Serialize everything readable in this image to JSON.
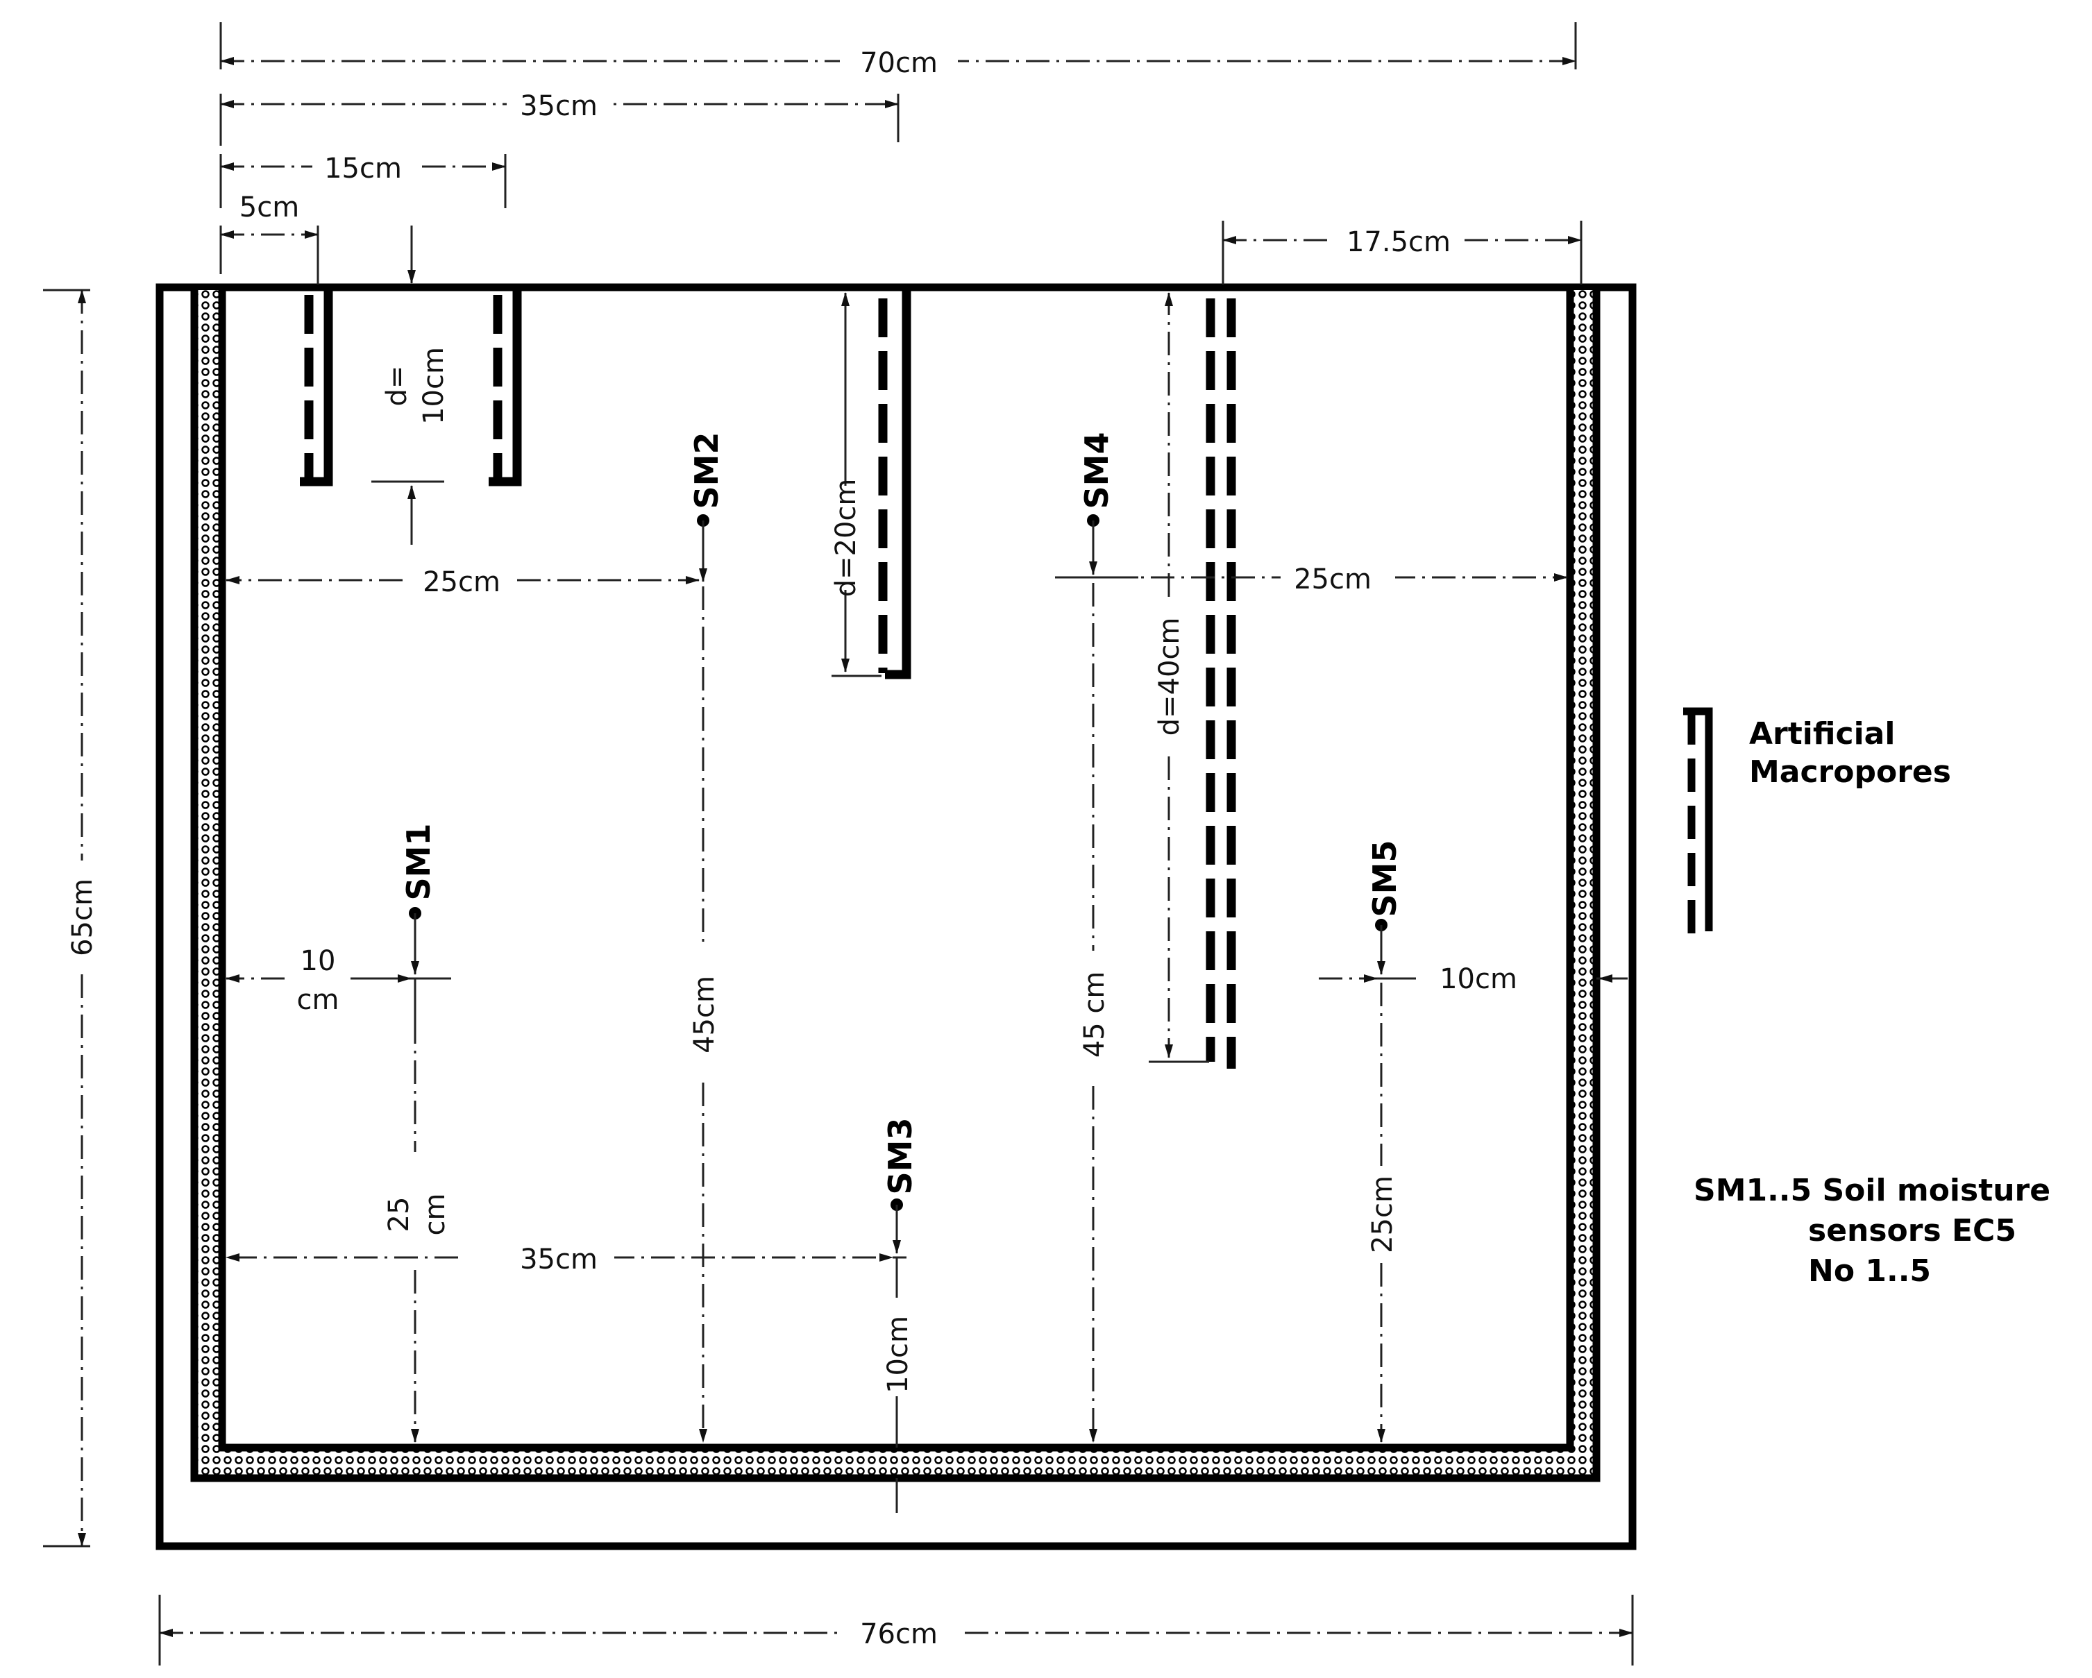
{
  "dimensions": {
    "width_70": "70cm",
    "width_35_top": "35cm",
    "width_15": "15cm",
    "width_5": "5cm",
    "width_17_5": "17.5cm",
    "height_65": "65cm",
    "width_76": "76cm",
    "d10_line1": "d=",
    "d10_line2": "10cm",
    "d20": "d=20cm",
    "d40": "d=40cm",
    "sm2_x": "25cm",
    "sm4_x": "25cm",
    "sm1_x_line1": "10",
    "sm1_x_line2": "cm",
    "sm1_y_line1": "25",
    "sm1_y_line2": "cm",
    "sm2_y": "45cm",
    "sm4_y": "45 cm",
    "sm3_x": "35cm",
    "sm3_y": "10cm",
    "sm5_x": "10cm",
    "sm5_y": "25cm"
  },
  "sensors": {
    "sm1": "SM1",
    "sm2": "SM2",
    "sm3": "SM3",
    "sm4": "SM4",
    "sm5": "SM5"
  },
  "legend": {
    "macropores_line1": "Artificial",
    "macropores_line2": "Macropores",
    "sensors_line1": "SM1..5 Soil moisture",
    "sensors_line2": "sensors EC5",
    "sensors_line3": "No 1..5"
  }
}
